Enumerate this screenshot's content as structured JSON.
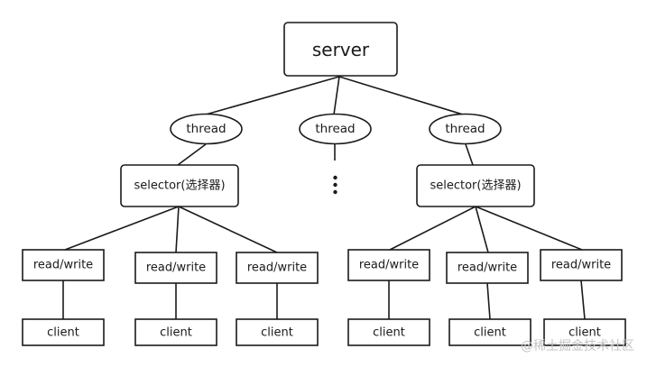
{
  "nodes": {
    "server": "server",
    "thread_left": "thread",
    "thread_middle": "thread",
    "thread_right": "thread",
    "selector_left": "selector(选择器)",
    "selector_right": "selector(选择器)",
    "rw_1": "read/write",
    "rw_2": "read/write",
    "rw_3": "read/write",
    "rw_4": "read/write",
    "rw_5": "read/write",
    "rw_6": "read/write",
    "client_1": "client",
    "client_2": "client",
    "client_3": "client",
    "client_4": "client",
    "client_5": "client",
    "client_6": "client"
  },
  "watermark": "@稀土掘金技术社区"
}
